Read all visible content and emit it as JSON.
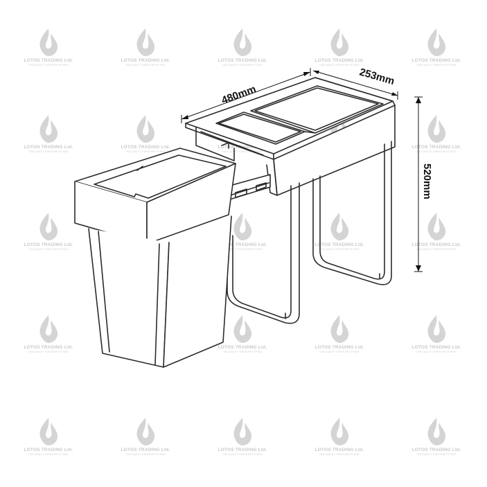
{
  "watermark": {
    "brand": "LOTOS TRADING Ltd.",
    "tagline": "HIGH QUALITY FURNITURE FITTINGS",
    "icon": "flame-logo-icon",
    "color": "#cfcfcf"
  },
  "dimensions": {
    "depth": "480mm",
    "width": "253mm",
    "height": "520mm"
  },
  "colors": {
    "line": "#2a2a2a",
    "dimension_line": "#111111"
  }
}
